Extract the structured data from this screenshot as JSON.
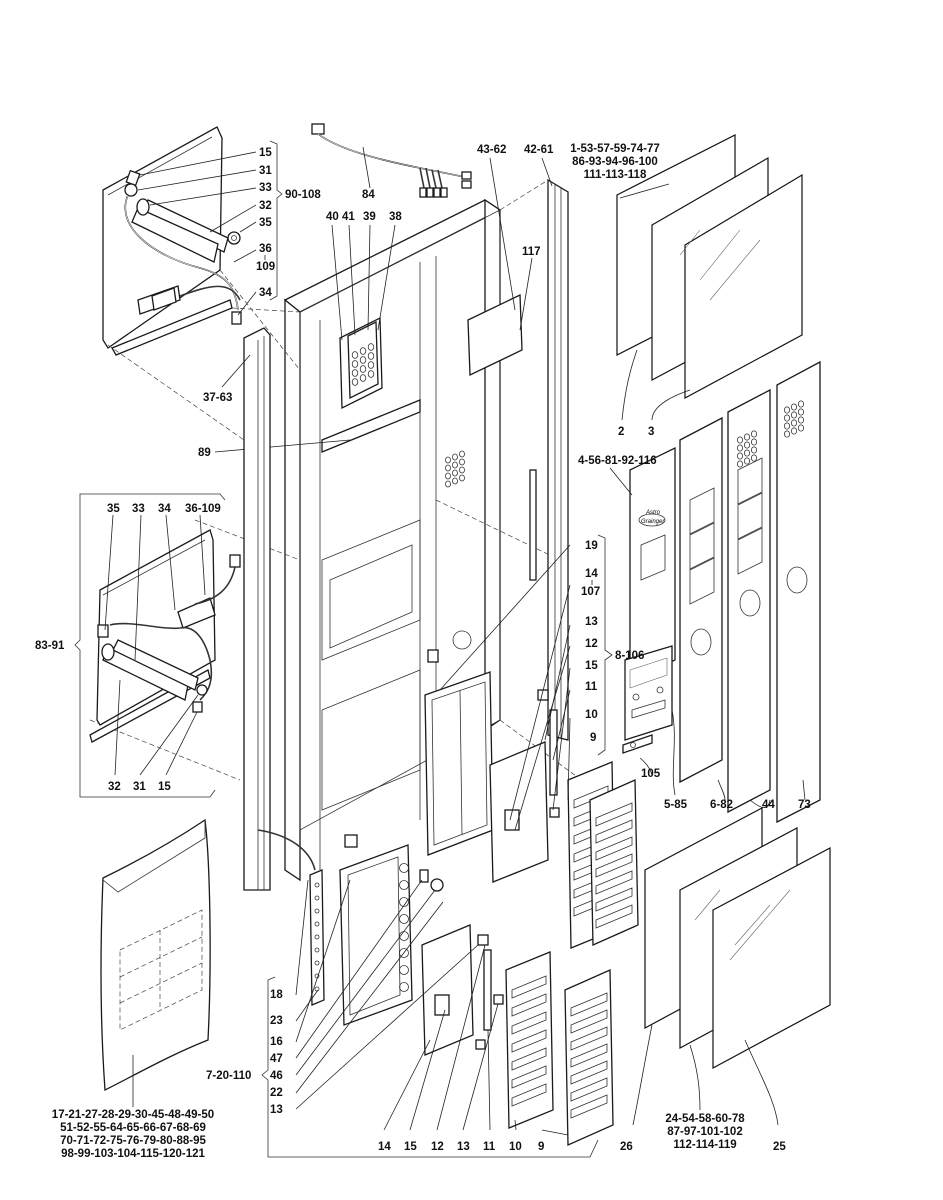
{
  "diagram": {
    "type": "exploded-parts-view",
    "logo_text": [
      "Astro",
      "Grainger"
    ],
    "groups": {
      "upper_heater": {
        "brace_label": "90-108",
        "items": [
          "15",
          "31",
          "33",
          "32",
          "35",
          "36",
          "109",
          "34"
        ]
      },
      "lower_heater": {
        "brace_label": "83-91",
        "items": [
          "35",
          "33",
          "34",
          "36-109",
          "32",
          "31",
          "15"
        ]
      },
      "door_upper": {
        "brace_label": "8-106",
        "items": [
          "19",
          "14",
          "107",
          "13",
          "12",
          "15",
          "11",
          "10",
          "9"
        ]
      },
      "door_lower": {
        "brace_label": "7-20-110",
        "items": [
          "18",
          "23",
          "16",
          "47",
          "46",
          "22",
          "13"
        ]
      }
    },
    "callouts": {
      "c15a": "15",
      "c31a": "31",
      "c33a": "33",
      "c32a": "32",
      "c35a": "35",
      "c36a": "36",
      "c109a": "109",
      "c34a": "34",
      "b90": "90-108",
      "c3763": "37-63",
      "c84": "84",
      "c40": "40",
      "c41": "41",
      "c39": "39",
      "c38": "38",
      "c4362": "43-62",
      "c4261": "42-61",
      "c117": "117",
      "c89": "89",
      "glass_top": [
        "1-53-57-59-74-77",
        "86-93-94-96-100",
        "111-113-118"
      ],
      "c2": "2",
      "c3": "3",
      "c4": "4-56-81-92-116",
      "c35b": "35",
      "c33b": "33",
      "c34b": "34",
      "c36109b": "36-109",
      "b83": "83-91",
      "c32b": "32",
      "c31b": "31",
      "c15b": "15",
      "c19": "19",
      "c14a": "14",
      "c107": "107",
      "c13a": "13",
      "c12a": "12",
      "c15c": "15",
      "c11a": "11",
      "c10a": "10",
      "c9a": "9",
      "b8": "8-106",
      "c105": "105",
      "c585": "5-85",
      "c682": "6-82",
      "c44": "44",
      "c73": "73",
      "c18": "18",
      "c23": "23",
      "c16": "16",
      "c47": "47",
      "b7": "7-20-110",
      "c46": "46",
      "c22": "22",
      "c13b": "13",
      "bag_list": [
        "17-21-27-28-29-30-45-48-49-50",
        "51-52-55-64-65-66-67-68-69",
        "70-71-72-75-76-79-80-88-95",
        "98-99-103-104-115-120-121"
      ],
      "c14b": "14",
      "c15d": "15",
      "c12b": "12",
      "c13c": "13",
      "c11b": "11",
      "c10b": "10",
      "c9b": "9",
      "c26": "26",
      "glass_bottom": [
        "24-54-58-60-78",
        "87-97-101-102",
        "112-114-119"
      ],
      "c25": "25"
    }
  }
}
